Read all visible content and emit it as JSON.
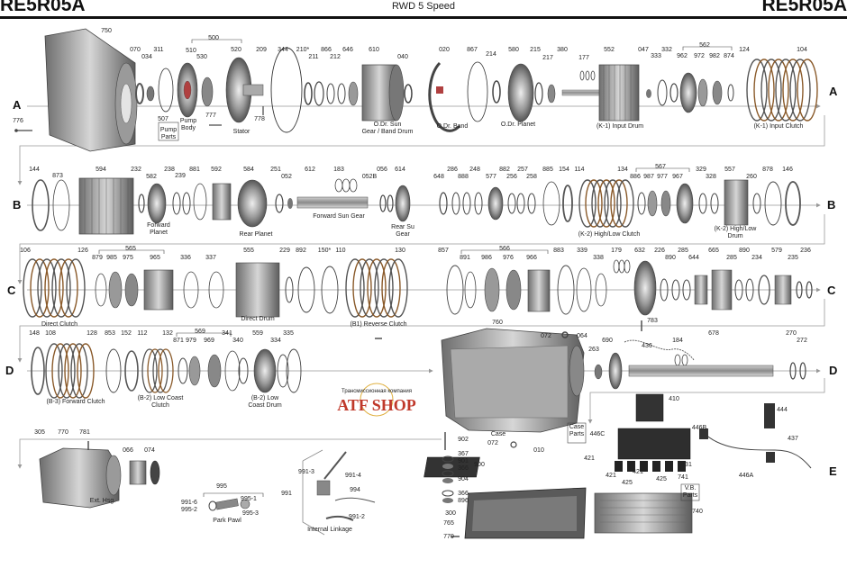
{
  "header": {
    "model_left": "RE5R05A",
    "model_right": "RE5R05A",
    "subtitle": "RWD 5 Speed"
  },
  "row_labels": [
    "A",
    "A",
    "B",
    "B",
    "C",
    "C",
    "D",
    "D",
    "E"
  ],
  "logo": {
    "top": "Трансмиссионная компания",
    "main": "ATF SHOP"
  },
  "callouts": [
    {
      "key": "750",
      "text": "750"
    },
    {
      "key": "070",
      "text": "070"
    },
    {
      "key": "034",
      "text": "034"
    },
    {
      "key": "311",
      "text": "311"
    },
    {
      "key": "500",
      "text": "500"
    },
    {
      "key": "510",
      "text": "510"
    },
    {
      "key": "530",
      "text": "530"
    },
    {
      "key": "520",
      "text": "520"
    },
    {
      "key": "209",
      "text": "209"
    },
    {
      "key": "344",
      "text": "344"
    },
    {
      "key": "210s",
      "text": "210*"
    },
    {
      "key": "211",
      "text": "211"
    },
    {
      "key": "866",
      "text": "866"
    },
    {
      "key": "212",
      "text": "212"
    },
    {
      "key": "646",
      "text": "646"
    },
    {
      "key": "610",
      "text": "610"
    },
    {
      "key": "040",
      "text": "040"
    },
    {
      "key": "020",
      "text": "020"
    },
    {
      "key": "867",
      "text": "867"
    },
    {
      "key": "214",
      "text": "214"
    },
    {
      "key": "580",
      "text": "580"
    },
    {
      "key": "215",
      "text": "215"
    },
    {
      "key": "217",
      "text": "217"
    },
    {
      "key": "380",
      "text": "380"
    },
    {
      "key": "177",
      "text": "177"
    },
    {
      "key": "552",
      "text": "552"
    },
    {
      "key": "047",
      "text": "047"
    },
    {
      "key": "333",
      "text": "333"
    },
    {
      "key": "332",
      "text": "332"
    },
    {
      "key": "562",
      "text": "562"
    },
    {
      "key": "962",
      "text": "962"
    },
    {
      "key": "972",
      "text": "972"
    },
    {
      "key": "982",
      "text": "982"
    },
    {
      "key": "874",
      "text": "874"
    },
    {
      "key": "124",
      "text": "124"
    },
    {
      "key": "104",
      "text": "104"
    },
    {
      "key": "776",
      "text": "776"
    },
    {
      "key": "507",
      "text": "507"
    },
    {
      "key": "777",
      "text": "777"
    },
    {
      "key": "778",
      "text": "778"
    },
    {
      "key": "144",
      "text": "144"
    },
    {
      "key": "873",
      "text": "873"
    },
    {
      "key": "594",
      "text": "594"
    },
    {
      "key": "232",
      "text": "232"
    },
    {
      "key": "582",
      "text": "582"
    },
    {
      "key": "238",
      "text": "238"
    },
    {
      "key": "239",
      "text": "239"
    },
    {
      "key": "881",
      "text": "881"
    },
    {
      "key": "592",
      "text": "592"
    },
    {
      "key": "584",
      "text": "584"
    },
    {
      "key": "251",
      "text": "251"
    },
    {
      "key": "052",
      "text": "052"
    },
    {
      "key": "612",
      "text": "612"
    },
    {
      "key": "183",
      "text": "183"
    },
    {
      "key": "052B",
      "text": "052B"
    },
    {
      "key": "056",
      "text": "056"
    },
    {
      "key": "614",
      "text": "614"
    },
    {
      "key": "648",
      "text": "648"
    },
    {
      "key": "286",
      "text": "286"
    },
    {
      "key": "888",
      "text": "888"
    },
    {
      "key": "248",
      "text": "248"
    },
    {
      "key": "577",
      "text": "577"
    },
    {
      "key": "882",
      "text": "882"
    },
    {
      "key": "256",
      "text": "256"
    },
    {
      "key": "257",
      "text": "257"
    },
    {
      "key": "258",
      "text": "258"
    },
    {
      "key": "885",
      "text": "885"
    },
    {
      "key": "154",
      "text": "154"
    },
    {
      "key": "114",
      "text": "114"
    },
    {
      "key": "134",
      "text": "134"
    },
    {
      "key": "567",
      "text": "567"
    },
    {
      "key": "886",
      "text": "886"
    },
    {
      "key": "987",
      "text": "987"
    },
    {
      "key": "977",
      "text": "977"
    },
    {
      "key": "967",
      "text": "967"
    },
    {
      "key": "329",
      "text": "329"
    },
    {
      "key": "328",
      "text": "328"
    },
    {
      "key": "557",
      "text": "557"
    },
    {
      "key": "260",
      "text": "260"
    },
    {
      "key": "878",
      "text": "878"
    },
    {
      "key": "146",
      "text": "146"
    },
    {
      "key": "106",
      "text": "106"
    },
    {
      "key": "126",
      "text": "126"
    },
    {
      "key": "565",
      "text": "565"
    },
    {
      "key": "879",
      "text": "879"
    },
    {
      "key": "985",
      "text": "985"
    },
    {
      "key": "975",
      "text": "975"
    },
    {
      "key": "965",
      "text": "965"
    },
    {
      "key": "336",
      "text": "336"
    },
    {
      "key": "337",
      "text": "337"
    },
    {
      "key": "555",
      "text": "555"
    },
    {
      "key": "229",
      "text": "229"
    },
    {
      "key": "892",
      "text": "892"
    },
    {
      "key": "150s",
      "text": "150*"
    },
    {
      "key": "110",
      "text": "110"
    },
    {
      "key": "130",
      "text": "130"
    },
    {
      "key": "857",
      "text": "857"
    },
    {
      "key": "566",
      "text": "566"
    },
    {
      "key": "891",
      "text": "891"
    },
    {
      "key": "986",
      "text": "986"
    },
    {
      "key": "976",
      "text": "976"
    },
    {
      "key": "966",
      "text": "966"
    },
    {
      "key": "883",
      "text": "883"
    },
    {
      "key": "339",
      "text": "339"
    },
    {
      "key": "338",
      "text": "338"
    },
    {
      "key": "179",
      "text": "179"
    },
    {
      "key": "632",
      "text": "632"
    },
    {
      "key": "226",
      "text": "226"
    },
    {
      "key": "890a",
      "text": "890"
    },
    {
      "key": "285a",
      "text": "285"
    },
    {
      "key": "644",
      "text": "644"
    },
    {
      "key": "665",
      "text": "665"
    },
    {
      "key": "285b",
      "text": "285"
    },
    {
      "key": "890b",
      "text": "890"
    },
    {
      "key": "234",
      "text": "234"
    },
    {
      "key": "579",
      "text": "579"
    },
    {
      "key": "235",
      "text": "235"
    },
    {
      "key": "236",
      "text": "236"
    },
    {
      "key": "783",
      "text": "783"
    },
    {
      "key": "760",
      "text": "760"
    },
    {
      "key": "148",
      "text": "148"
    },
    {
      "key": "108",
      "text": "108"
    },
    {
      "key": "128",
      "text": "128"
    },
    {
      "key": "853",
      "text": "853"
    },
    {
      "key": "152",
      "text": "152"
    },
    {
      "key": "112",
      "text": "112"
    },
    {
      "key": "132",
      "text": "132"
    },
    {
      "key": "569",
      "text": "569"
    },
    {
      "key": "871",
      "text": "871"
    },
    {
      "key": "979",
      "text": "979"
    },
    {
      "key": "969",
      "text": "969"
    },
    {
      "key": "341",
      "text": "341"
    },
    {
      "key": "340",
      "text": "340"
    },
    {
      "key": "559",
      "text": "559"
    },
    {
      "key": "334",
      "text": "334"
    },
    {
      "key": "335",
      "text": "335"
    },
    {
      "key": "072a",
      "text": "072"
    },
    {
      "key": "064",
      "text": "064"
    },
    {
      "key": "690",
      "text": "690"
    },
    {
      "key": "436",
      "text": "436"
    },
    {
      "key": "184",
      "text": "184"
    },
    {
      "key": "678",
      "text": "678"
    },
    {
      "key": "270",
      "text": "270"
    },
    {
      "key": "272",
      "text": "272"
    },
    {
      "key": "263",
      "text": "263"
    },
    {
      "key": "410",
      "text": "410"
    },
    {
      "key": "444",
      "text": "444"
    },
    {
      "key": "446C",
      "text": "446C"
    },
    {
      "key": "446B",
      "text": "446B"
    },
    {
      "key": "437",
      "text": "437"
    },
    {
      "key": "446A",
      "text": "446A"
    },
    {
      "key": "421a",
      "text": "421"
    },
    {
      "key": "421b",
      "text": "421"
    },
    {
      "key": "421c",
      "text": "421"
    },
    {
      "key": "425a",
      "text": "425"
    },
    {
      "key": "425b",
      "text": "425"
    },
    {
      "key": "431",
      "text": "431"
    },
    {
      "key": "741",
      "text": "741"
    },
    {
      "key": "740",
      "text": "740"
    },
    {
      "key": "305",
      "text": "305"
    },
    {
      "key": "770",
      "text": "770"
    },
    {
      "key": "781",
      "text": "781"
    },
    {
      "key": "066",
      "text": "066"
    },
    {
      "key": "074",
      "text": "074"
    },
    {
      "key": "995",
      "text": "995"
    },
    {
      "key": "991-6",
      "text": "991-6"
    },
    {
      "key": "995-2",
      "text": "995-2"
    },
    {
      "key": "995-1",
      "text": "995-1"
    },
    {
      "key": "995-3",
      "text": "995-3"
    },
    {
      "key": "991-3",
      "text": "991-3"
    },
    {
      "key": "991-4",
      "text": "991-4"
    },
    {
      "key": "991",
      "text": "991"
    },
    {
      "key": "994",
      "text": "994"
    },
    {
      "key": "991-2",
      "text": "991-2"
    },
    {
      "key": "902",
      "text": "902"
    },
    {
      "key": "072b",
      "text": "072"
    },
    {
      "key": "010",
      "text": "010"
    },
    {
      "key": "367",
      "text": "367"
    },
    {
      "key": "901",
      "text": "901"
    },
    {
      "key": "366a",
      "text": "366"
    },
    {
      "key": "904",
      "text": "904"
    },
    {
      "key": "900",
      "text": "900"
    },
    {
      "key": "366b",
      "text": "366"
    },
    {
      "key": "896",
      "text": "896"
    },
    {
      "key": "300",
      "text": "300"
    },
    {
      "key": "765",
      "text": "765"
    },
    {
      "key": "779",
      "text": "779"
    }
  ],
  "labels": {
    "pump_body": "Pump\nBody",
    "pump_parts": "Pump\nParts",
    "stator": "Stator",
    "odr_sun": "O.Dr. Sun\nGear / Band Drum",
    "odr_band": "O.Dr. Band",
    "odr_planet": "O.Dr. Planet",
    "k1_drum": "(K-1) Input Drum",
    "k1_clutch": "(K-1) Input Clutch",
    "fwd_planet": "Forward\nPlanet",
    "rear_planet": "Rear Planet",
    "fwd_sun": "Forward Sun Gear",
    "rear_sun": "Rear Su\nGear",
    "k2_clutch": "(K-2) High/Low Clutch",
    "k2_drum": "(K-2) High/Low\nDrum",
    "direct_clutch": "Direct Clutch",
    "direct_drum": "Direct Drum",
    "b1_reverse": "(B1) Reverse Clutch",
    "b3_forward": "(B-3) Forward Clutch",
    "b2_low_coast_clutch": "(B-2) Low Coast\nClutch",
    "b2_low_coast_drum": "(B-2) Low\nCoast Drum",
    "case": "Case",
    "case_parts": "Case\nParts",
    "ext_hsg": "Ext. Hsg.",
    "park_pawl": "Park Pawl",
    "internal_linkage": "Internal Linkage",
    "vb_parts": "V.B.\nParts"
  }
}
